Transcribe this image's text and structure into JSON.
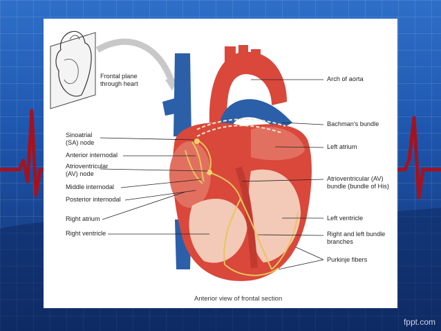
{
  "labels": {
    "frontal_plane": [
      "Frontal plane",
      "through heart"
    ],
    "arch_of_aorta": "Arch of aorta",
    "bachmans_bundle": "Bachman's bundle",
    "left_atrium": "Left atrium",
    "sa_node": [
      "Sinoatrial",
      "(SA) node"
    ],
    "anterior_internodal": "Anterior internodal",
    "av_node": [
      "Atrioventricular",
      "(AV) node"
    ],
    "middle_internodal": "Middle internodal",
    "posterior_internodal": "Posterior internodal",
    "av_bundle": [
      "Atrioventricular (AV)",
      "bundle (bundle of His)"
    ],
    "right_atrium": "Right atrium",
    "right_ventricle": "Right ventricle",
    "left_ventricle": "Left ventricle",
    "bundle_branches": [
      "Right and left bundle",
      "branches"
    ],
    "purkinje_fibers": "Purkinje fibers"
  },
  "caption": "Anterior view of frontal section",
  "watermark": "fppt.com",
  "colors": {
    "background": "#1e56ae",
    "ecg_trace": "#a5121f",
    "heart_muscle": "#d9483b",
    "vessel_blue": "#2b5fa8",
    "conduction_path": "#e6c75a"
  }
}
